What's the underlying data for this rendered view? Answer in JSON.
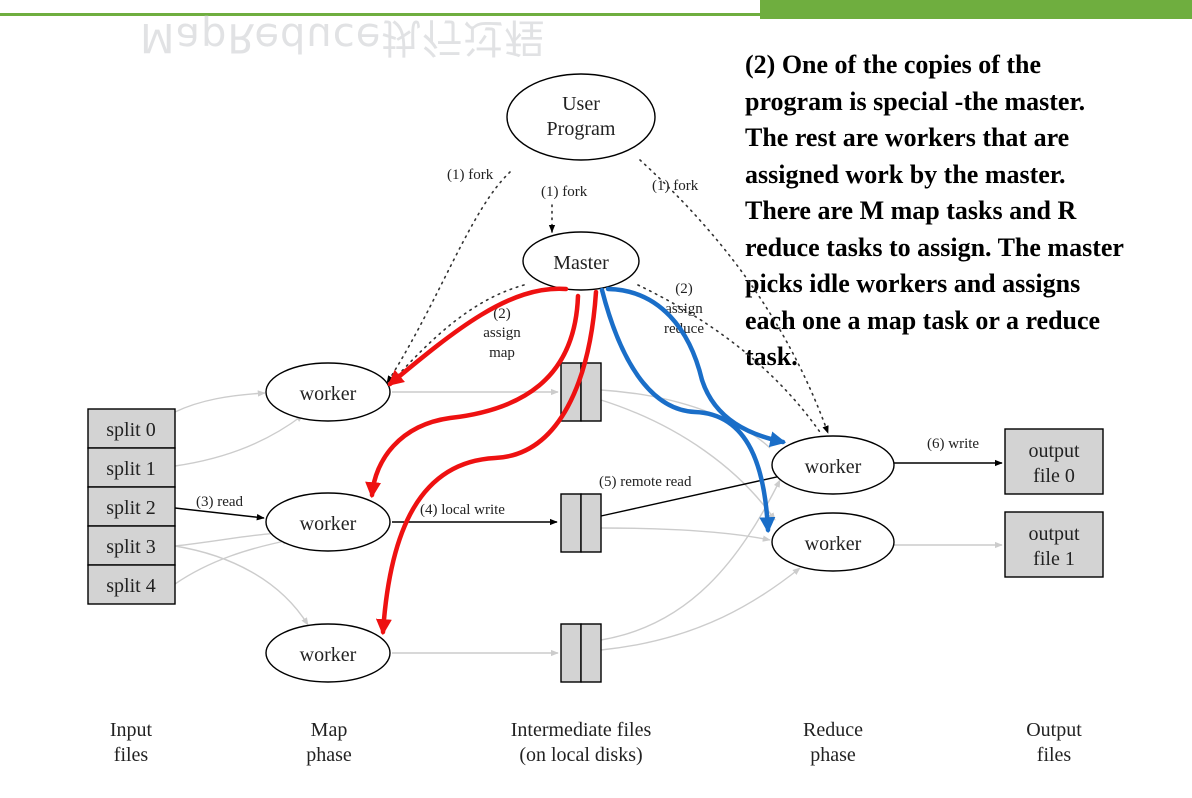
{
  "header": {
    "title_ghost": "MapReduce执行过程"
  },
  "description": {
    "lines": [
      "(2) One of the copies of the",
      "program is special -the master.",
      "The rest are workers that are",
      "assigned work by the master.",
      "There are M map tasks and R",
      "reduce tasks to assign. The master",
      "picks idle workers and assigns",
      "each one a map task or a reduce",
      "task."
    ]
  },
  "diagram": {
    "user_program": [
      "User",
      "Program"
    ],
    "master": "Master",
    "fork_left": "(1) fork",
    "fork_center": "(1) fork",
    "fork_right": "(1) fork",
    "assign_map": [
      "(2)",
      "assign",
      "map"
    ],
    "assign_reduce": [
      "(2)",
      "assign",
      "reduce"
    ],
    "splits": [
      "split 0",
      "split 1",
      "split 2",
      "split 3",
      "split 4"
    ],
    "worker": "worker",
    "read": "(3) read",
    "local_write": "(4) local write",
    "remote_read": "(5) remote read",
    "write": "(6) write",
    "output_files": [
      [
        "output",
        "file 0"
      ],
      [
        "output",
        "file 1"
      ]
    ],
    "phase_labels": [
      [
        "Input",
        "files"
      ],
      [
        "Map",
        "phase"
      ],
      [
        "Intermediate files",
        "(on local disks)"
      ],
      [
        "Reduce",
        "phase"
      ],
      [
        "Output",
        "files"
      ]
    ]
  },
  "colors": {
    "accent_green": "#6fae3f",
    "map_assign_arrows": "#ee1111",
    "reduce_assign_arrows": "#1a6ec8",
    "box_fill": "#d3d3d3",
    "light_arrow": "#cccccc"
  }
}
